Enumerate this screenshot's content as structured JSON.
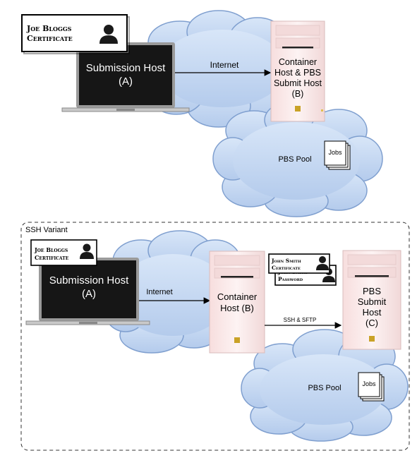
{
  "top": {
    "certificate": {
      "line1": "Joe Bloggs",
      "line2": "Certificate"
    },
    "submission_host": {
      "line1": "Submission Host",
      "line2": "(A)"
    },
    "link_label": "Internet",
    "server": {
      "line1": "Container",
      "line2": "Host & PBS",
      "line3": "Submit Host",
      "line4": "(B)"
    },
    "pool_label": "PBS Pool",
    "jobs_label": "Jobs"
  },
  "bottom": {
    "variant_title": "SSH Variant",
    "certificate": {
      "line1": "Joe Bloggs",
      "line2": "Certificate"
    },
    "submission_host": {
      "line1": "Submission Host",
      "line2": "(A)"
    },
    "link_label_1": "Internet",
    "container": {
      "line1": "Container",
      "line2": "Host (B)"
    },
    "link_label_2": "SSH & SFTP",
    "john_cert": {
      "line1": "John Smith",
      "line2": "Certificate"
    },
    "john_pass": {
      "line1": "John Smith",
      "line2": "Password"
    },
    "submit_host": {
      "line1": "PBS",
      "line2": "Submit",
      "line3": "Host",
      "line4": "(C)"
    },
    "pool_label": "PBS Pool",
    "jobs_label": "Jobs"
  },
  "colors": {
    "cloud_fill": "#c2d6f2",
    "cloud_stroke": "#7f9fcf",
    "laptop_screen": "#161616",
    "server_fill": "#fbecec",
    "dashed_border": "#333333"
  }
}
